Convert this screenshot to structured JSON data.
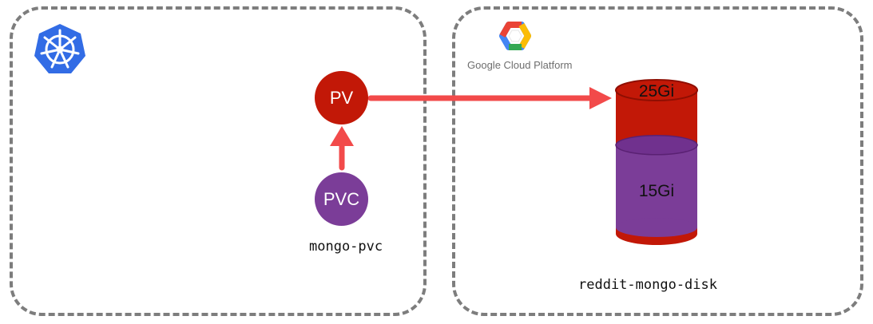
{
  "kubernetes": {
    "logo_icon": "kubernetes-helm-icon",
    "pv_label": "PV",
    "pvc_label": "PVC",
    "pvc_name": "mongo-pvc"
  },
  "gcp": {
    "logo_icon": "google-cloud-hexagon-icon",
    "wordmark": "Google Cloud Platform",
    "disk_name": "reddit-mongo-disk",
    "disk_total_label": "25Gi",
    "disk_used_label": "15Gi",
    "disk_used_fraction": 0.6
  },
  "colors": {
    "kubernetes_blue": "#326ce5",
    "pv_red": "#c21807",
    "pvc_purple": "#7b3d98",
    "arrow_red": "#f24a4a",
    "dashed_border": "#7d7d7d"
  }
}
